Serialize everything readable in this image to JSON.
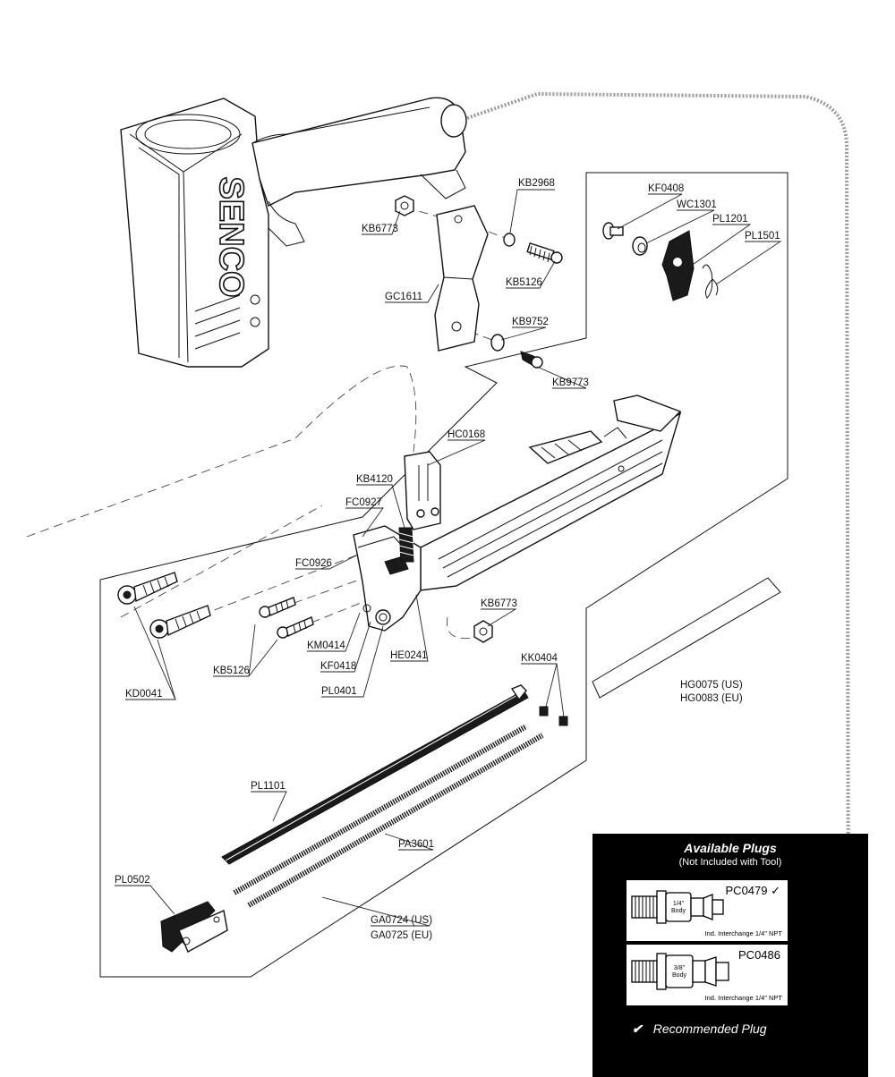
{
  "callouts": {
    "KB2968": "KB2968",
    "KB6773_top": "KB6773",
    "KB5126_top": "KB5126",
    "GC1611": "GC1611",
    "KB9752": "KB9752",
    "KB9773": "KB9773",
    "KF0408": "KF0408",
    "WC1301": "WC1301",
    "PL1201": "PL1201",
    "PL1501": "PL1501",
    "HC0168": "HC0168",
    "KB4120": "KB4120",
    "FC0927": "FC0927",
    "FC0926": "FC0926",
    "KB6773_mid": "KB6773",
    "KM0414": "KM0414",
    "KF0418": "KF0418",
    "HE0241": "HE0241",
    "KB5126_mid": "KB5126",
    "PL0401": "PL0401",
    "KD0041": "KD0041",
    "KK0404": "KK0404",
    "HG0075": "HG0075 (US)",
    "HG0083": "HG0083 (EU)",
    "PL1101": "PL1101",
    "PA3601": "PA3601",
    "PL0502": "PL0502",
    "GA0724": "GA0724 (US)",
    "GA0725": "GA0725 (EU)"
  },
  "logo_text": "SENCO",
  "plugs_panel": {
    "title": "Available Plugs",
    "subtitle": "(Not Included with Tool)",
    "plug1": {
      "code": "PC0479 ✓",
      "body": [
        "1/4\"",
        "Body"
      ],
      "note": "Ind. Interchange 1/4\" NPT"
    },
    "plug2": {
      "code": "PC0486",
      "body": [
        "3/8\"",
        "Body"
      ],
      "note": "Ind. Interchange 1/4\" NPT"
    },
    "recommended_mark": "✔",
    "recommended_text": "Recommended Plug"
  }
}
